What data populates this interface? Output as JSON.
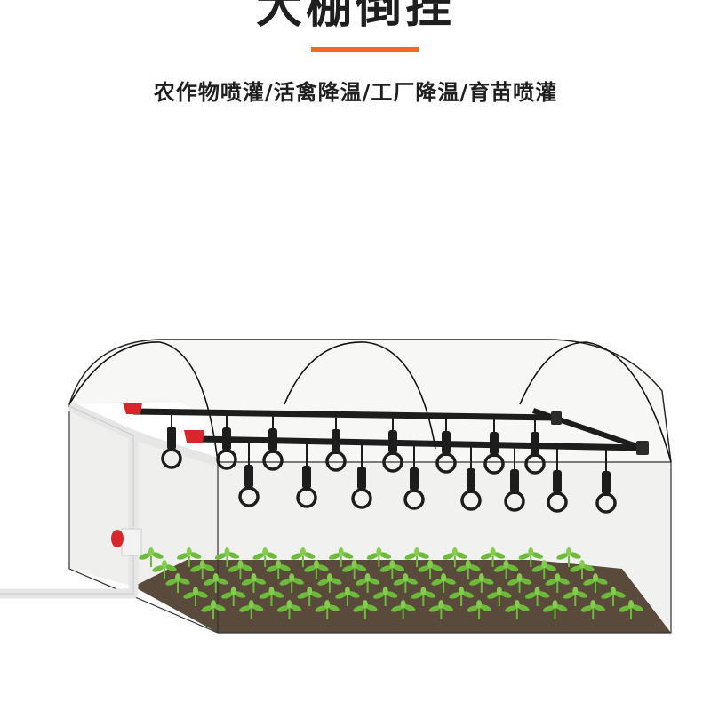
{
  "header": {
    "title": "大棚倒挂",
    "subtitle": "农作物喷灌/活禽降温/工厂降温/育苗喷灌",
    "accent_color": "#ee6a1f"
  },
  "illustration": {
    "subject": "greenhouse-hanging-sprinkler",
    "valve_color": "#d9262b",
    "pipe_color": "#1d1d1d",
    "soil_color": "#5a4a3c",
    "seedling_color": "#6dbb3a"
  }
}
